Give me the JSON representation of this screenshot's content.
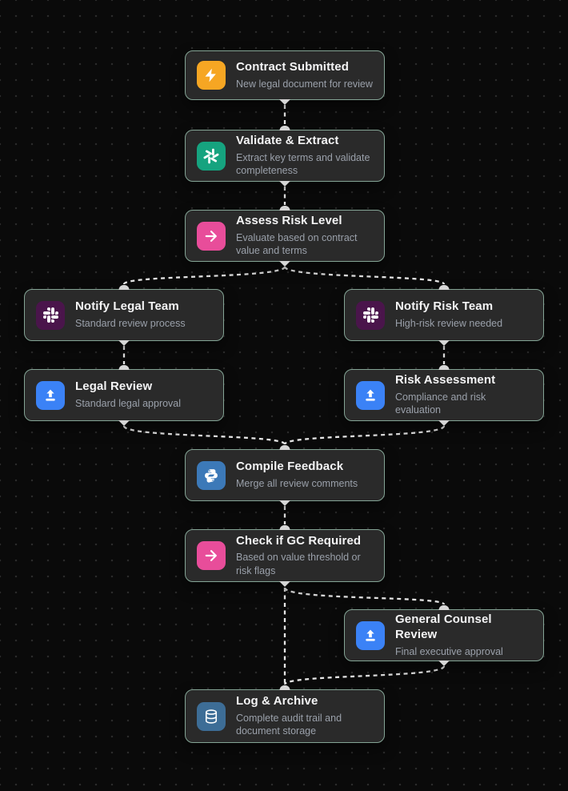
{
  "canvas": {
    "background": "#0a0a0a",
    "dot_color": "#2b2b2b",
    "card_background": "#2a2a2a",
    "card_border": "#84a495",
    "edge_color": "#e7e7e7",
    "handle_color": "#d6d6d6",
    "title_color": "#f4f4f5",
    "subtitle_color": "#9aa0aa"
  },
  "nodes": [
    {
      "id": "contract-submitted",
      "title": "Contract Submitted",
      "subtitle": "New legal document for review",
      "icon": "zap-icon",
      "icon_color": "#f6a623"
    },
    {
      "id": "validate-extract",
      "title": "Validate & Extract",
      "subtitle": "Extract key terms and validate completeness",
      "icon": "openai-icon",
      "icon_color": "#16a37f"
    },
    {
      "id": "assess-risk-level",
      "title": "Assess Risk Level",
      "subtitle": "Evaluate based on contract value and terms",
      "icon": "arrow-right-icon",
      "icon_color": "#e84d9a"
    },
    {
      "id": "notify-legal-team",
      "title": "Notify Legal Team",
      "subtitle": "Standard review process",
      "icon": "slack-icon",
      "icon_color": "#4a154b"
    },
    {
      "id": "notify-risk-team",
      "title": "Notify Risk Team",
      "subtitle": "High-risk review needed",
      "icon": "slack-icon",
      "icon_color": "#4a154b"
    },
    {
      "id": "legal-review",
      "title": "Legal Review",
      "subtitle": "Standard legal approval",
      "icon": "upload-icon",
      "icon_color": "#3b82f6"
    },
    {
      "id": "risk-assessment",
      "title": "Risk Assessment",
      "subtitle": "Compliance and risk evaluation",
      "icon": "upload-icon",
      "icon_color": "#3b82f6"
    },
    {
      "id": "compile-feedback",
      "title": "Compile Feedback",
      "subtitle": "Merge all review comments",
      "icon": "python-icon",
      "icon_color": "#3c79b8"
    },
    {
      "id": "check-gc-required",
      "title": "Check if GC Required",
      "subtitle": "Based on value threshold or risk flags",
      "icon": "arrow-right-icon",
      "icon_color": "#e84d9a"
    },
    {
      "id": "general-counsel-review",
      "title": "General Counsel Review",
      "subtitle": "Final executive approval",
      "icon": "upload-icon",
      "icon_color": "#3b82f6"
    },
    {
      "id": "log-archive",
      "title": "Log & Archive",
      "subtitle": "Complete audit trail and document storage",
      "icon": "database-icon",
      "icon_color": "#3d6d96"
    }
  ],
  "edges": [
    {
      "from": "contract-submitted",
      "to": "validate-extract"
    },
    {
      "from": "validate-extract",
      "to": "assess-risk-level"
    },
    {
      "from": "assess-risk-level",
      "to": "notify-legal-team"
    },
    {
      "from": "assess-risk-level",
      "to": "notify-risk-team"
    },
    {
      "from": "notify-legal-team",
      "to": "legal-review"
    },
    {
      "from": "notify-risk-team",
      "to": "risk-assessment"
    },
    {
      "from": "legal-review",
      "to": "compile-feedback"
    },
    {
      "from": "risk-assessment",
      "to": "compile-feedback"
    },
    {
      "from": "compile-feedback",
      "to": "check-gc-required"
    },
    {
      "from": "check-gc-required",
      "to": "general-counsel-review"
    },
    {
      "from": "check-gc-required",
      "to": "log-archive"
    },
    {
      "from": "general-counsel-review",
      "to": "log-archive"
    }
  ]
}
